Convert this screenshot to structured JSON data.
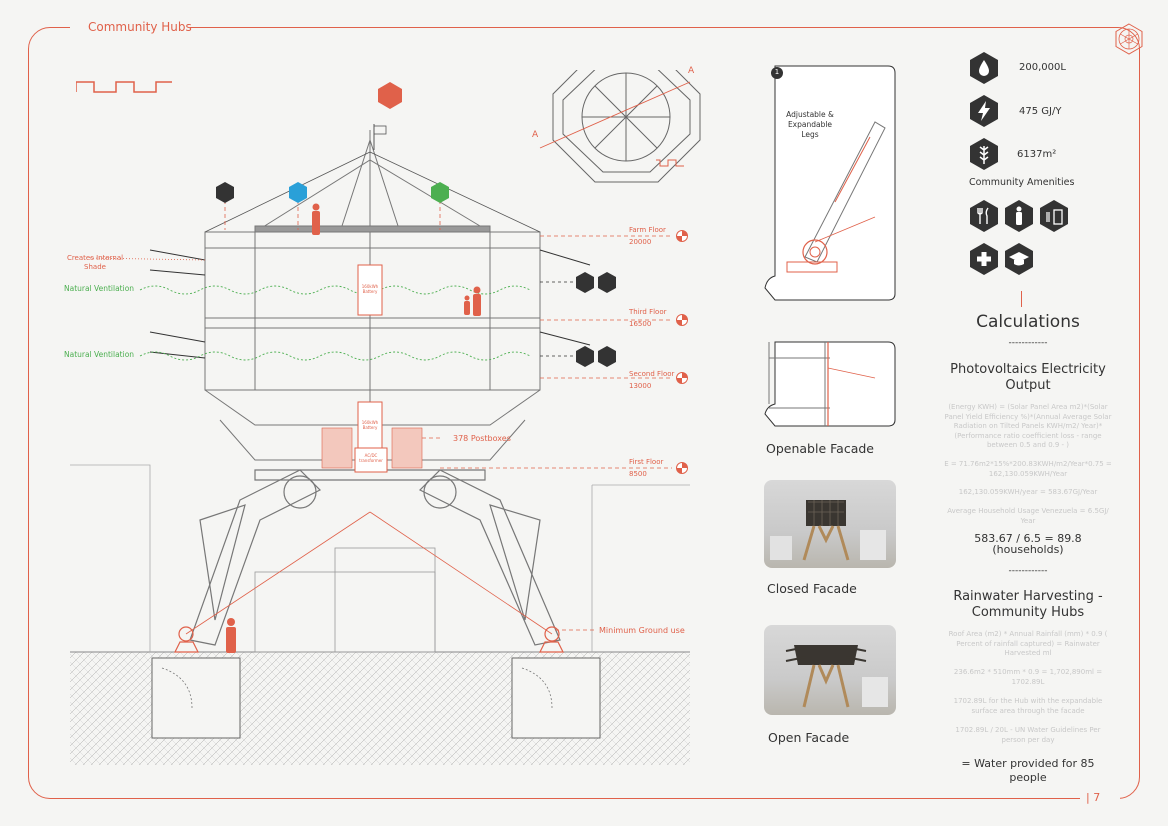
{
  "header": {
    "title": "Community Hubs",
    "page_number": "7"
  },
  "stats": [
    {
      "icon": "water-drop-icon",
      "value": "200,000L"
    },
    {
      "icon": "lightning-icon",
      "value": "475 GJ/Y"
    },
    {
      "icon": "wheat-icon",
      "value": "6137m²"
    }
  ],
  "amenities": {
    "title": "Community Amenities",
    "icons": [
      "cutlery-icon",
      "person-icon",
      "battery-charge-icon",
      "medical-cross-icon",
      "graduation-cap-icon"
    ]
  },
  "section": {
    "labels": {
      "internal_shade": "Creates Internal Shade",
      "natural_ventilation_1": "Natural Ventilation",
      "natural_ventilation_2": "Natural Ventilation",
      "postboxes": "378 Postboxes",
      "minimum_ground": "Minimum Ground use",
      "battery_top": "160kWh Battery",
      "battery_bottom": "160kWh Battery",
      "transformer": "AC/DC transformer"
    },
    "floors": [
      {
        "name": "Farm Floor",
        "level": "20000"
      },
      {
        "name": "Third Floor",
        "level": "16500"
      },
      {
        "name": "Second Floor",
        "level": "13000"
      },
      {
        "name": "First Floor",
        "level": "8500"
      }
    ],
    "plan_section_marker": "A"
  },
  "details": {
    "legs": {
      "number": "1",
      "label": "Adjustable & Expandable Legs"
    },
    "openable_caption": "Openable Facade",
    "closed_caption": "Closed Facade",
    "open_caption": "Open Facade"
  },
  "calculations": {
    "title": "Calculations",
    "divider": "------------",
    "pv_title": "Photovoltaics Electricity Output",
    "pv_formula": "(Energy KWH) = (Solar Panel Area m2)*(Solar Panel Yield Efficiency %)*(Annual Average Solar Radiation on Tilted Panels KWH/m2/ Year)*(Performance ratio coefficient loss - range between 0.5 and 0.9 - )",
    "pv_e": "E = 71.76m2*15%*200.83KWH/m2/Year*0.75 = 162,130.059KWH/Year",
    "pv_conv": "162,130.059KWH/year = 583.67GJ/Year",
    "pv_avg": "Average Household Usage Venezuela = 6.5GJ/ Year",
    "pv_result": "583.67 / 6.5 = 89.8 (households)",
    "divider2": "------------",
    "rw_title": "Rainwater Harvesting - Community Hubs",
    "rw_formula": "Roof Area (m2) * Annual Rainfall (mm) * 0.9 ( Percent of rainfall captured) = Rainwater Harvested ml",
    "rw_calc": "236.6m2 * 510mm * 0.9 = 1,702,890ml = 1702.89L",
    "rw_hub": "1702.89L for the Hub with the expandable surface area through the facade",
    "rw_un": "1702.89L / 20L - UN Water Guidelines Per person per day",
    "rw_result": "= Water provided for 85 people"
  }
}
